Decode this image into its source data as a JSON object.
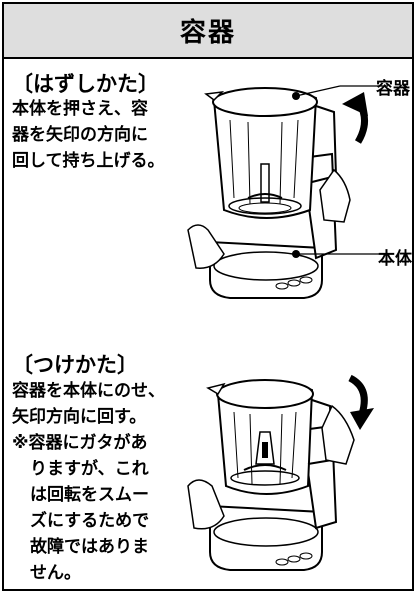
{
  "title": "容器",
  "remove": {
    "heading": "〔はずしかた〕",
    "lines": [
      "本体を押さえ、容",
      "器を矢印の方向に",
      "回して持ち上げる。"
    ]
  },
  "attach": {
    "heading": "〔つけかた〕",
    "lines": [
      "容器を本体にのせ、",
      "矢印方向に回す。"
    ],
    "note_lines": [
      "※容器にガタがあ",
      "りますが、これ",
      "は回転をスムー",
      "ズにするためで",
      "故障ではありま",
      "せん。"
    ]
  },
  "callouts": {
    "container": "容器",
    "body": "本体"
  },
  "colors": {
    "header_bg": "#dedede",
    "line": "#000000"
  }
}
